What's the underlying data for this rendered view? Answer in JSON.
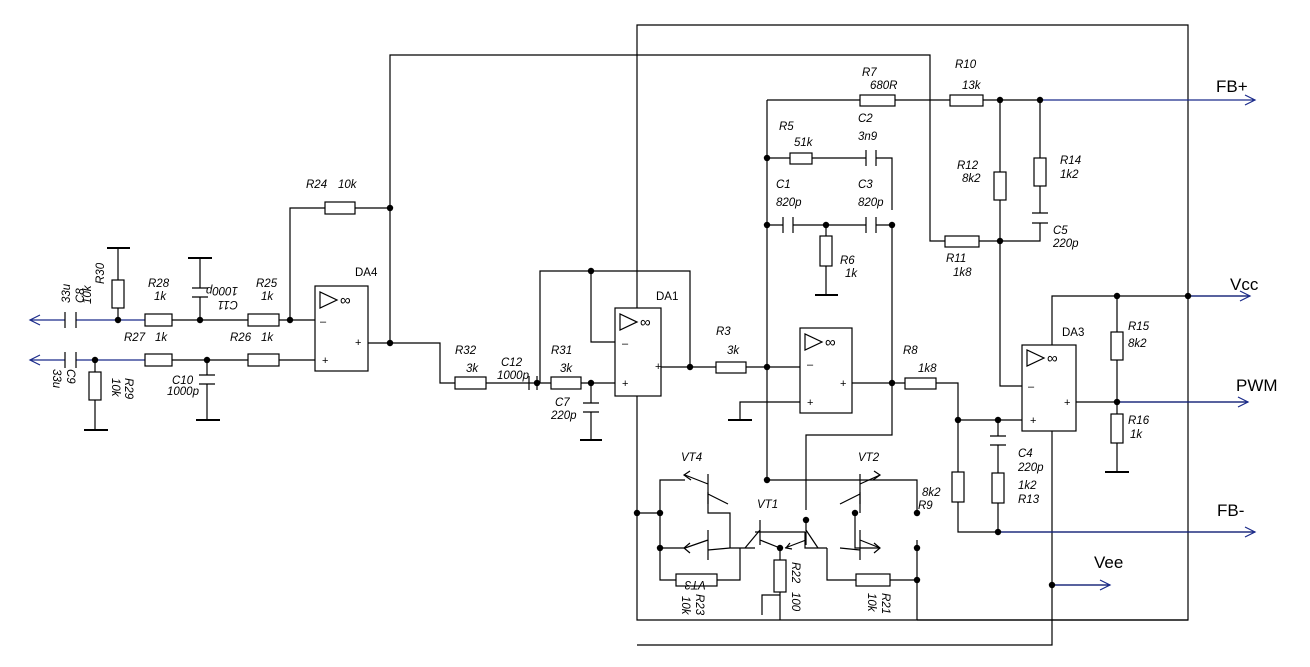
{
  "signals": {
    "fb_plus": "FB+",
    "vcc": "Vcc",
    "pwm": "PWM",
    "fb_minus": "FB-",
    "vee": "Vee"
  },
  "opamps": {
    "da1": "DA1",
    "da3": "DA3",
    "da4": "DA4",
    "inf": "∞",
    "minus": "–",
    "plus": "+"
  },
  "resistors": {
    "r3": {
      "ref": "R3",
      "val": "3k"
    },
    "r5": {
      "ref": "R5",
      "val": "51k"
    },
    "r6": {
      "ref": "R6",
      "val": "1k"
    },
    "r7": {
      "ref": "R7",
      "val": "680R"
    },
    "r8": {
      "ref": "R8",
      "val": "1k8"
    },
    "r9": {
      "ref": "R9",
      "val": "8k2"
    },
    "r10": {
      "ref": "R10",
      "val": "13k"
    },
    "r11": {
      "ref": "R11",
      "val": "1k8"
    },
    "r12": {
      "ref": "R12",
      "val": "8k2"
    },
    "r13": {
      "ref": "R13",
      "val": "1k2"
    },
    "r14": {
      "ref": "R14",
      "val": "1k2"
    },
    "r15": {
      "ref": "R15",
      "val": "8k2"
    },
    "r16": {
      "ref": "R16",
      "val": "1k"
    },
    "r21": {
      "ref": "R21",
      "val": "10k"
    },
    "r22": {
      "ref": "R22",
      "val": "100"
    },
    "r23": {
      "ref": "R23",
      "val": "10k"
    },
    "r24": {
      "ref": "R24",
      "val": "10k"
    },
    "r25": {
      "ref": "R25",
      "val": "1k"
    },
    "r26": {
      "ref": "R26",
      "val": "1k"
    },
    "r27": {
      "ref": "R27",
      "val": "1k"
    },
    "r28": {
      "ref": "R28",
      "val": "1k"
    },
    "r29": {
      "ref": "R29",
      "val": "10k"
    },
    "r30": {
      "ref": "R30",
      "val": "10k"
    },
    "r31": {
      "ref": "R31",
      "val": "3k"
    },
    "r32": {
      "ref": "R32",
      "val": "3k"
    }
  },
  "capacitors": {
    "c1": {
      "ref": "C1",
      "val": "820p"
    },
    "c2": {
      "ref": "C2",
      "val": "3n9"
    },
    "c3": {
      "ref": "C3",
      "val": "820p"
    },
    "c4": {
      "ref": "C4",
      "val": "220p"
    },
    "c5": {
      "ref": "C5",
      "val": "220p"
    },
    "c7": {
      "ref": "C7",
      "val": "220p"
    },
    "c8": {
      "ref": "C8",
      "val": "33u"
    },
    "c9": {
      "ref": "C9",
      "val": "33u"
    },
    "c10": {
      "ref": "C10",
      "val": "1000p"
    },
    "c11": {
      "ref": "C11",
      "val": "1000p"
    },
    "c12": {
      "ref": "C12",
      "val": "1000p"
    }
  },
  "transistors": {
    "vt1": "VT1",
    "vt2": "VT2",
    "vt3": "VT3",
    "vt4": "VT4"
  }
}
